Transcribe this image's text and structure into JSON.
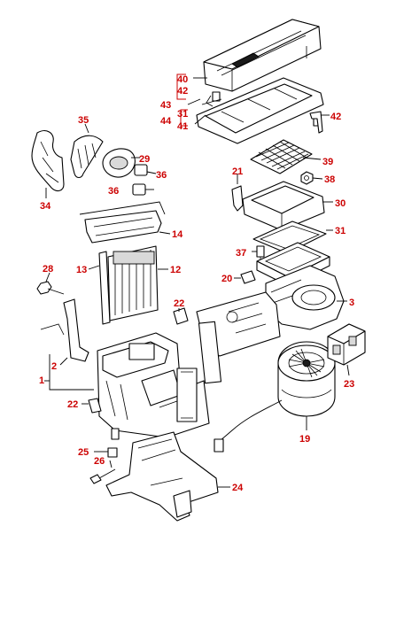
{
  "diagram": {
    "callouts": [
      {
        "id": "c40",
        "text": "40"
      },
      {
        "id": "c42a",
        "text": "42"
      },
      {
        "id": "c43",
        "text": "43"
      },
      {
        "id": "c31a",
        "text": "31"
      },
      {
        "id": "c44",
        "text": "44"
      },
      {
        "id": "c41",
        "text": "41"
      },
      {
        "id": "c42b",
        "text": "42"
      },
      {
        "id": "c35",
        "text": "35"
      },
      {
        "id": "c29",
        "text": "29"
      },
      {
        "id": "c36a",
        "text": "36"
      },
      {
        "id": "c36b",
        "text": "36"
      },
      {
        "id": "c39",
        "text": "39"
      },
      {
        "id": "c34",
        "text": "34"
      },
      {
        "id": "c21",
        "text": "21"
      },
      {
        "id": "c38",
        "text": "38"
      },
      {
        "id": "c30",
        "text": "30"
      },
      {
        "id": "c14",
        "text": "14"
      },
      {
        "id": "c31b",
        "text": "31"
      },
      {
        "id": "c37",
        "text": "37"
      },
      {
        "id": "c28",
        "text": "28"
      },
      {
        "id": "c13",
        "text": "13"
      },
      {
        "id": "c12",
        "text": "12"
      },
      {
        "id": "c20",
        "text": "20"
      },
      {
        "id": "c3",
        "text": "3"
      },
      {
        "id": "c22a",
        "text": "22"
      },
      {
        "id": "c2",
        "text": "2"
      },
      {
        "id": "c1",
        "text": "1"
      },
      {
        "id": "c23",
        "text": "23"
      },
      {
        "id": "c22b",
        "text": "22"
      },
      {
        "id": "c19",
        "text": "19"
      },
      {
        "id": "c25",
        "text": "25"
      },
      {
        "id": "c26",
        "text": "26"
      },
      {
        "id": "c24",
        "text": "24"
      }
    ]
  }
}
